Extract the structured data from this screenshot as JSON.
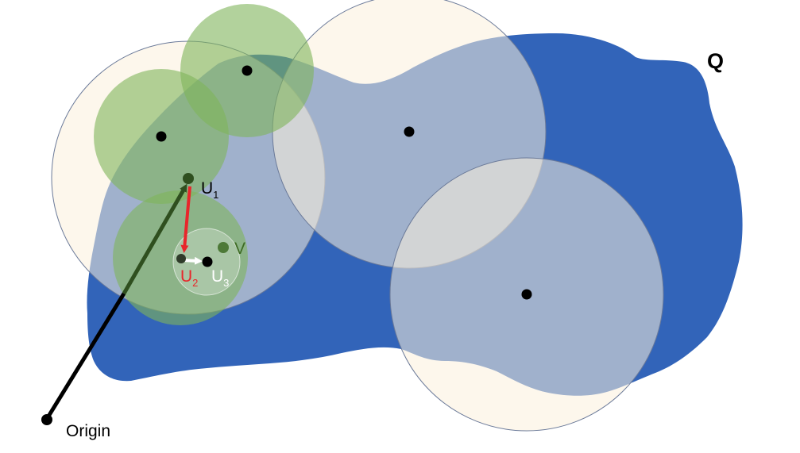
{
  "labels": {
    "region": "Q",
    "origin": "Origin",
    "u1_main": "U",
    "u1_sub": "1",
    "u2_main": "U",
    "u2_sub": "2",
    "u3_main": "U",
    "u3_sub": "3",
    "v": "V"
  },
  "colors": {
    "region_fill": "#3264b9",
    "cream_disk": "#fcf1dc",
    "green_disk": "#7fb45a",
    "u1_arrow": "#2f4f1f",
    "u2_arrow": "#e8262b",
    "u3_arrow": "#ffffff",
    "u2_label": "#e8262b",
    "v_label": "#3d6b23"
  }
}
